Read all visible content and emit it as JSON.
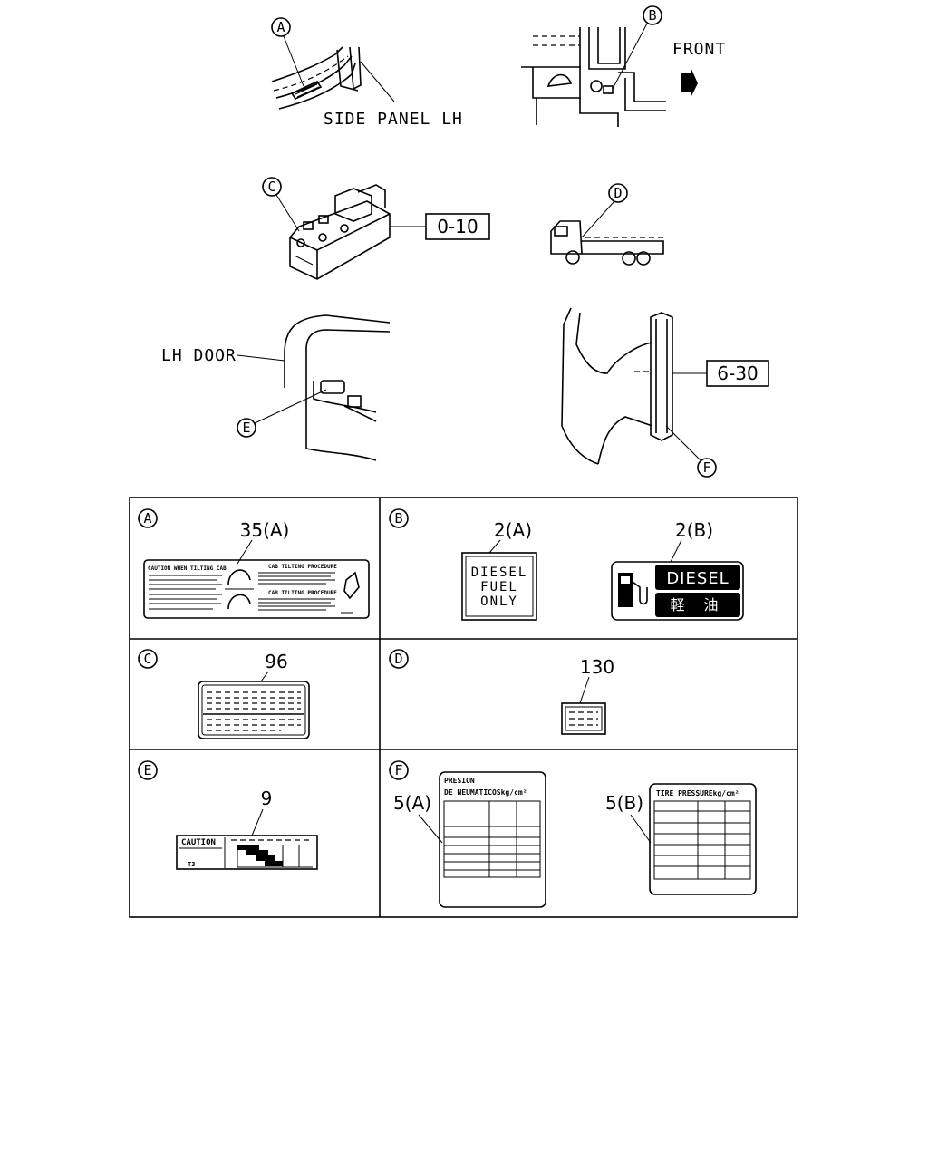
{
  "callouts": {
    "a": "A",
    "b": "B",
    "c": "C",
    "d": "D",
    "e": "E",
    "f": "F"
  },
  "labels": {
    "side_panel": "SIDE PANEL LH",
    "front": "FRONT",
    "lh_door": "LH DOOR",
    "ref_c": "0-10",
    "ref_f": "6-30"
  },
  "cells": {
    "a": {
      "part": "35(A)",
      "title_left": "CAUTION WHEN TILTING CAB",
      "title_r1": "CAB TILTING PROCEDURE",
      "title_r2": "CAB TILTING PROCEDURE"
    },
    "b": {
      "part1": "2(A)",
      "part2": "2(B)",
      "diesel_l1": "DIESEL",
      "diesel_l2": "FUEL",
      "diesel_l3": "ONLY",
      "diesel_big": "DIESEL",
      "diesel_jp": "軽 油"
    },
    "c": {
      "part": "96"
    },
    "d": {
      "part": "130"
    },
    "e": {
      "part": "9",
      "caution": "CAUTION",
      "code": "T3"
    },
    "f": {
      "part1": "5(A)",
      "part2": "5(B)",
      "presion_1": "PRESION",
      "presion_2": "DE NEUMATICOSkg/cm²",
      "tire": "TIRE PRESSUREkg/cm²"
    }
  },
  "icons": [
    "arrow-right-icon",
    "fuel-pump-icon"
  ]
}
